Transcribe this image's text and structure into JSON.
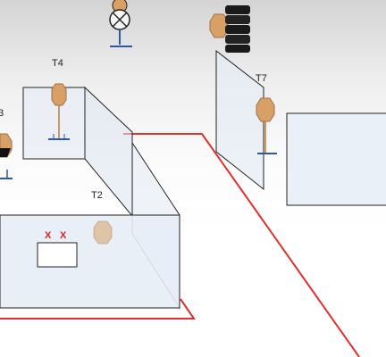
{
  "diagram": {
    "target_labels": {
      "t4": "T4",
      "t7": "T7",
      "t2": "T2",
      "t3_partial": "3"
    },
    "no_shoot_marks": [
      "X",
      "X"
    ],
    "colors": {
      "fault_line": "#e03030",
      "wall_fill": "#e6edf6",
      "wall_stroke": "#222222",
      "target_fill": "#d9a066",
      "target_stroke": "#a0704a",
      "stand": "#2a5aa8",
      "tire": "#1a1a1a"
    },
    "icons": {
      "target": "cardboard-target-icon",
      "no_shoot": "no-shoot-target-icon",
      "barrel": "tire-barrel-icon"
    }
  }
}
